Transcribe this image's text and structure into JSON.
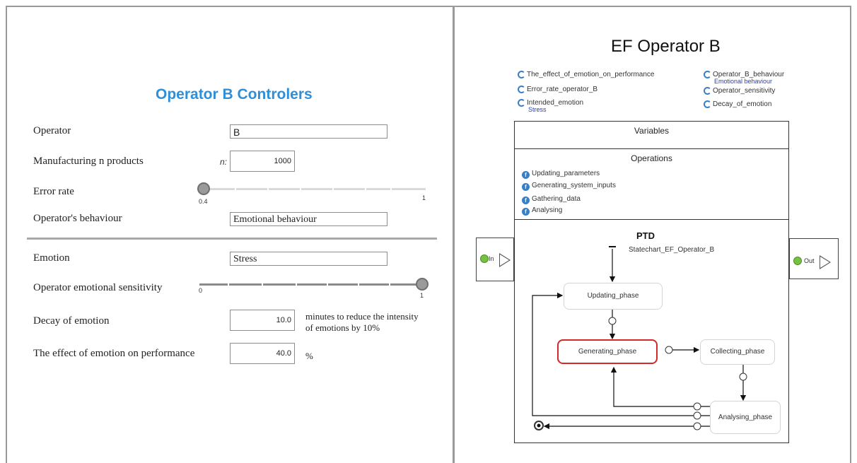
{
  "left": {
    "title": "Operator B Controlers",
    "operator": {
      "label": "Operator",
      "value": "B"
    },
    "manufacturing": {
      "label": "Manufacturing n products",
      "prefix": "n:",
      "value": "1000"
    },
    "error_rate": {
      "label": "Error rate",
      "value": 0.4,
      "min": "0.4",
      "max": "1"
    },
    "behaviour": {
      "label": "Operator's behaviour",
      "value": "Emotional behaviour"
    },
    "emotion": {
      "label": "Emotion",
      "value": "Stress"
    },
    "sensitivity": {
      "label": "Operator emotional sensitivity",
      "value": 1,
      "min": "0",
      "max": "1"
    },
    "decay": {
      "label": "Decay of emotion",
      "value": "10.0",
      "unit_line1": "minutes to reduce the intensity",
      "unit_line2": "of emotions by 10%"
    },
    "effect": {
      "label": "The effect of emotion on performance",
      "value": "40.0",
      "unit": "%"
    }
  },
  "right": {
    "title": "EF Operator B",
    "variables_left": [
      {
        "name": "The_effect_of_emotion_on_performance",
        "sub": ""
      },
      {
        "name": "Error_rate_operator_B",
        "sub": ""
      },
      {
        "name": "Intended_emotion",
        "sub": "Stress"
      }
    ],
    "variables_right": [
      {
        "name": "Operator_B_behaviour",
        "sub": "Emotional behaviour"
      },
      {
        "name": "Operator_sensitivity",
        "sub": ""
      },
      {
        "name": "Decay_of_emotion",
        "sub": ""
      }
    ],
    "sections": {
      "variables": "Variables",
      "operations": "Operations",
      "ptd": "PTD"
    },
    "functions": [
      "Updating_parameters",
      "Generating_system_inputs",
      "Gathering_data",
      "Analysing"
    ],
    "statechart_name": "Statechart_EF_Operator_B",
    "states": {
      "updating": "Updating_phase",
      "generating": "Generating_phase",
      "collecting": "Collecting_phase",
      "analysing": "Analysing_phase"
    },
    "ports": {
      "in": "In",
      "out": "Out"
    },
    "colors": {
      "active_state": "#d22a2a",
      "port_dot": "#76c043",
      "title": "#2e8fd8"
    }
  }
}
